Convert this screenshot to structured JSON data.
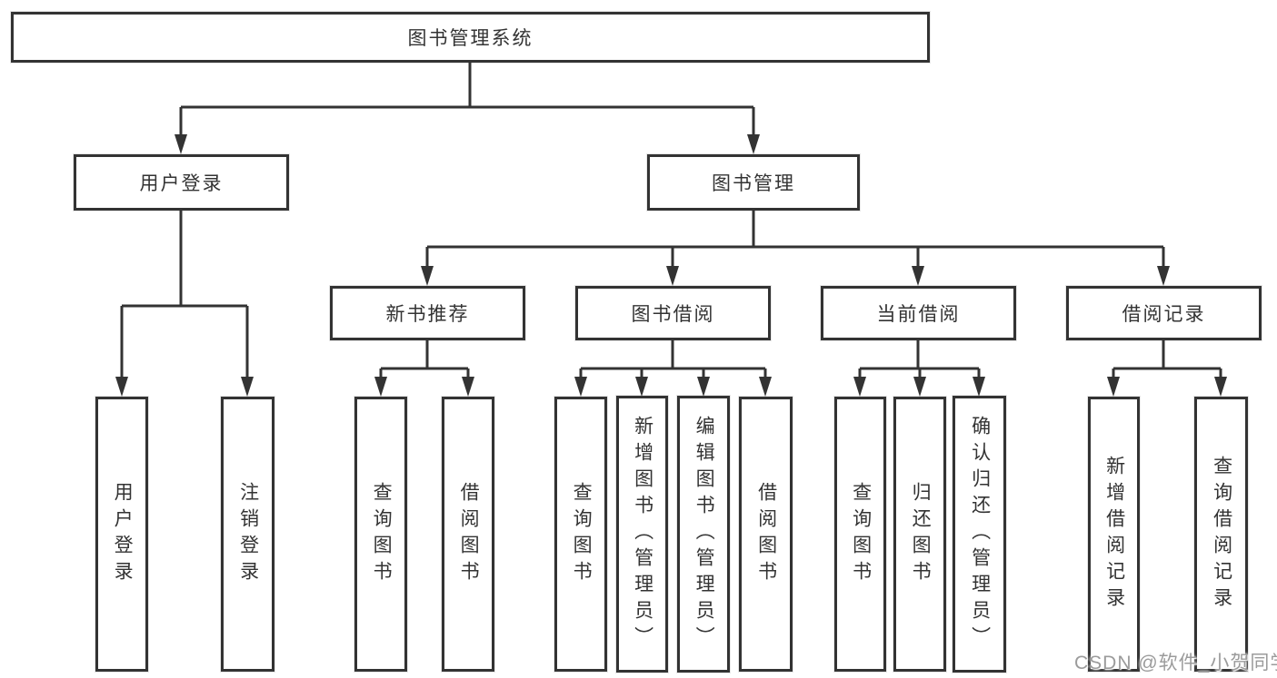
{
  "diagram": {
    "title": "图书管理系统",
    "tree": {
      "root": {
        "label": "图书管理系统",
        "children": [
          {
            "label": "用户登录",
            "children": [
              {
                "label": "用户登录"
              },
              {
                "label": "注销登录"
              }
            ]
          },
          {
            "label": "图书管理",
            "children": [
              {
                "label": "新书推荐",
                "children": [
                  {
                    "label": "查询图书"
                  },
                  {
                    "label": "借阅图书"
                  }
                ]
              },
              {
                "label": "图书借阅",
                "children": [
                  {
                    "label": "查询图书"
                  },
                  {
                    "label": "新增图书（管理员）"
                  },
                  {
                    "label": "编辑图书（管理员）"
                  },
                  {
                    "label": "借阅图书"
                  }
                ]
              },
              {
                "label": "当前借阅",
                "children": [
                  {
                    "label": "查询图书"
                  },
                  {
                    "label": "归还图书"
                  },
                  {
                    "label": "确认归还（管理员）"
                  }
                ]
              },
              {
                "label": "借阅记录",
                "children": [
                  {
                    "label": "新增借阅记录"
                  },
                  {
                    "label": "查询借阅记录"
                  }
                ]
              }
            ]
          }
        ]
      }
    }
  },
  "watermark": {
    "text": "CSDN @软件_小贺同学"
  },
  "colors": {
    "line": "#333333",
    "box_border": "#333333",
    "text": "#333333",
    "watermark": "#9b9b9b",
    "background": "#ffffff"
  }
}
